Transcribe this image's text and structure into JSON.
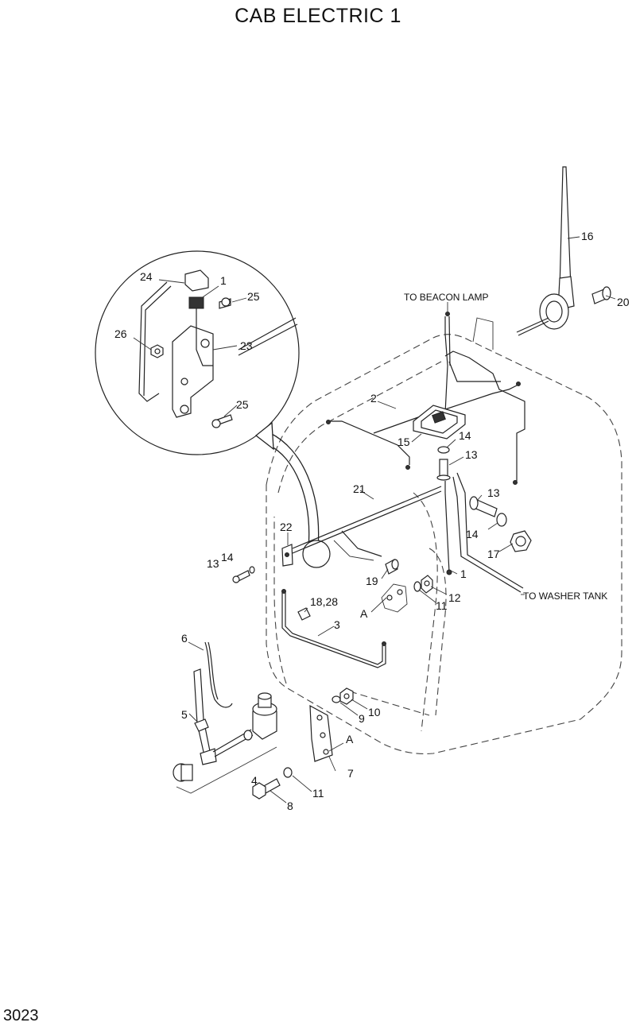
{
  "title": "CAB ELECTRIC 1",
  "page_number": "3023",
  "notes": {
    "beacon": "TO BEACON LAMP",
    "washer": "TO WASHER TANK"
  },
  "labels": {
    "p1_detail": "1",
    "p1_main": "1",
    "p2": "2",
    "p3": "3",
    "p4": "4",
    "p5": "5",
    "p6": "6",
    "p7": "7",
    "p8": "8",
    "p9": "9",
    "p10": "10",
    "p11a": "11",
    "p11b": "11",
    "p12": "12",
    "p13a": "13",
    "p13b": "13",
    "p13c": "13",
    "p14a": "14",
    "p14b": "14",
    "p14c": "14",
    "p15": "15",
    "p16": "16",
    "p17": "17",
    "p18_28": "18,28",
    "p19": "19",
    "p20": "20",
    "p21": "21",
    "p22": "22",
    "p23": "23",
    "p24": "24",
    "p25a": "25",
    "p25b": "25",
    "p26": "26",
    "refA1": "A",
    "refA2": "A"
  }
}
